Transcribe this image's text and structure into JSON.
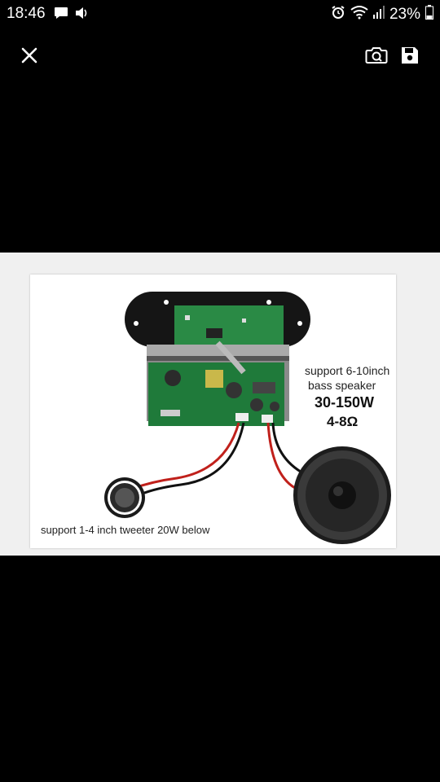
{
  "status_bar": {
    "time": "18:46",
    "battery_percent": "23%",
    "left_icons": [
      "message-icon",
      "volume-icon"
    ],
    "right_icons": [
      "alarm-icon",
      "wifi-icon",
      "signal-icon",
      "battery-icon"
    ]
  },
  "toolbar": {
    "close_icon": "close-icon",
    "camera_icon": "camera-icon",
    "save_icon": "save-icon"
  },
  "image": {
    "captions": {
      "bass_line1": "support 6-10inch",
      "bass_line2": "bass speaker",
      "power": "30-150W",
      "impedance": "4-8Ω",
      "tweeter": "support 1-4 inch tweeter 20W below"
    },
    "colors": {
      "pcb": "#1f7a3a",
      "wire_red": "#c0201b",
      "wire_black": "#111111",
      "speaker": "#2a2a2a"
    }
  }
}
